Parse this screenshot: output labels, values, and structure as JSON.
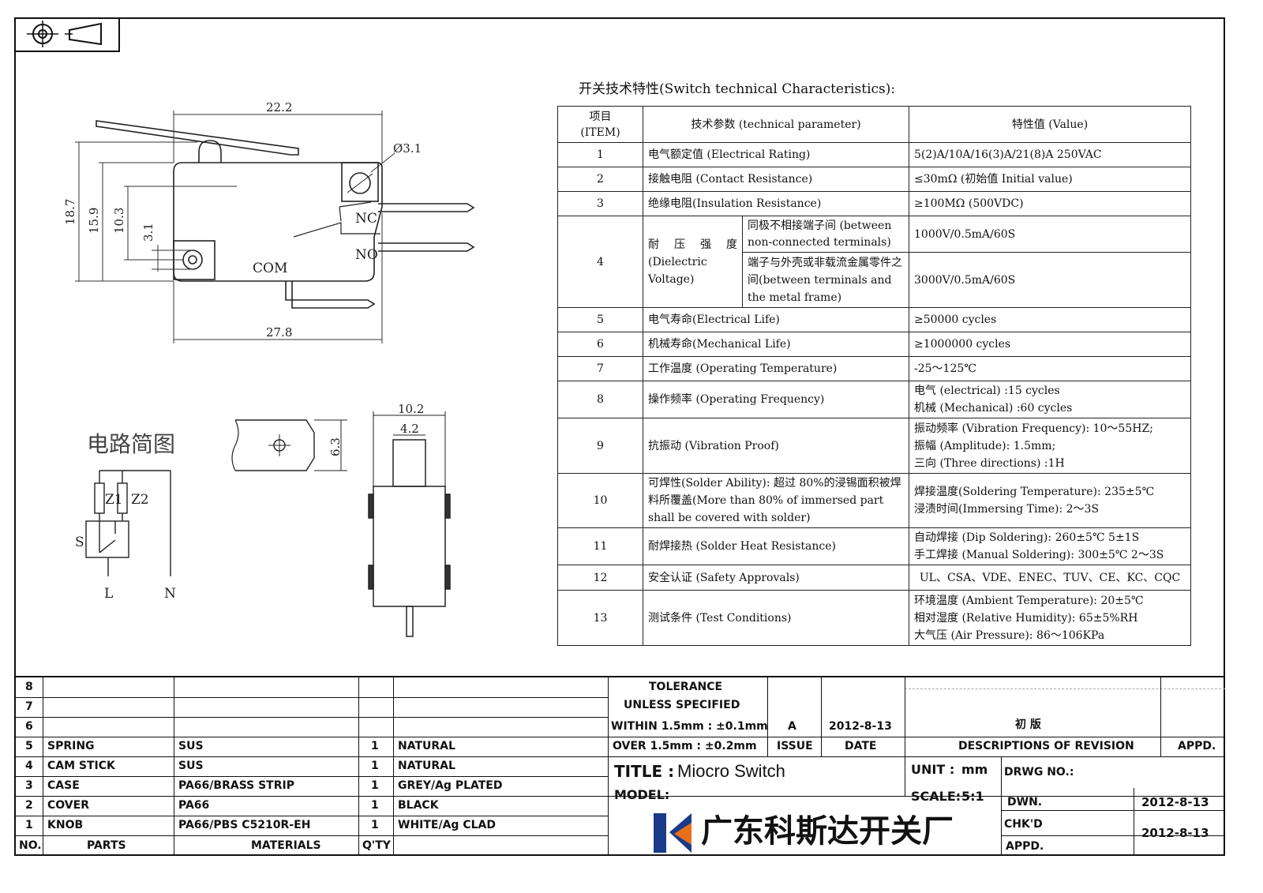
{
  "drawing": {
    "dims": {
      "width_top": "22.2",
      "width_bottom": "27.8",
      "height_total": "18.7",
      "height_2": "15.9",
      "height_3": "10.3",
      "height_4": "3.1",
      "hole_dia": "Ø3.1",
      "side_width": "10.2",
      "side_plunger": "4.2",
      "terminal_width": "6.3"
    },
    "terminals": {
      "nc": "NC",
      "no": "NO",
      "com": "COM"
    },
    "circuit": {
      "title": "电路简图",
      "z1": "Z1",
      "z2": "Z2",
      "s": "S",
      "l": "L",
      "n": "N"
    }
  },
  "spec": {
    "title": "开关技术特性(Switch technical Characteristics):",
    "header": {
      "item": "项目\n(ITEM)",
      "param": "技术参数 (technical parameter)",
      "value": "特性值 (Value)"
    },
    "rows": [
      {
        "no": "1",
        "param": "电气额定值 (Electrical Rating)",
        "value": "5(2)A/10A/16(3)A/21(8)A  250VAC"
      },
      {
        "no": "2",
        "param": "接触电阻 (Contact  Resistance)",
        "value": "≤30mΩ (初始值 Initial value)"
      },
      {
        "no": "3",
        "param": "绝缘电阻(Insulation Resistance)",
        "value": "≥100MΩ (500VDC)"
      },
      {
        "no": "4",
        "param": "耐 压 强 度 (Dielectric Voltage)",
        "sub1": "同极不相接端子间 (between non-connected terminals)",
        "val1": "1000V/0.5mA/60S",
        "sub2": "端子与外壳或非载流金属零件之间(between terminals and the metal frame)",
        "val2": "3000V/0.5mA/60S"
      },
      {
        "no": "5",
        "param": "电气寿命(Electrical Life)",
        "value": "≥50000 cycles"
      },
      {
        "no": "6",
        "param": "机械寿命(Mechanical Life)",
        "value": "≥1000000 cycles"
      },
      {
        "no": "7",
        "param": "工作温度 (Operating Temperature)",
        "value": "-25～125℃"
      },
      {
        "no": "8",
        "param": "操作频率 (Operating Frequency)",
        "value1": "电气 (electrical) :15 cycles",
        "value2": "机械 (Mechanical) :60 cycles"
      },
      {
        "no": "9",
        "param": "抗振动 (Vibration Proof)",
        "value1": " 振动频率 (Vibration Frequency): 10～55HZ;",
        "value2": "振幅 (Amplitude): 1.5mm;",
        "value3": "三向 (Three directions) :1H"
      },
      {
        "no": "10",
        "param": "可焊性(Solder Ability): 超过 80%的浸锡面积被焊料所覆盖(More than 80% of immersed part shall be covered with solder)",
        "value1": "焊接温度(Soldering Temperature): 235±5℃",
        "value2": "浸渍时间(Immersing Time): 2～3S"
      },
      {
        "no": "11",
        "param": "耐焊接热 (Solder Heat Resistance)",
        "value1": "自动焊接 (Dip Soldering): 260±5℃ 5±1S",
        "value2": "手工焊接 (Manual Soldering): 300±5℃ 2～3S"
      },
      {
        "no": "12",
        "param": "安全认证 (Safety Approvals)",
        "value": "UL、CSA、VDE、ENEC、TUV、CE、KC、CQC"
      },
      {
        "no": "13",
        "param": "测试条件 (Test Conditions)",
        "value1": "环境温度 (Ambient Temperature): 20±5℃",
        "value2": "相对湿度 (Relative Humidity): 65±5%RH",
        "value3": "大气压 (Air Pressure): 86～106KPa"
      }
    ]
  },
  "bom": {
    "rows": [
      {
        "no": "8",
        "part": "",
        "material": "",
        "qty": "",
        "finish": ""
      },
      {
        "no": "7",
        "part": "",
        "material": "",
        "qty": "",
        "finish": ""
      },
      {
        "no": "6",
        "part": "",
        "material": "",
        "qty": "",
        "finish": ""
      },
      {
        "no": "5",
        "part": "SPRING",
        "material": "SUS",
        "qty": "1",
        "finish": "NATURAL"
      },
      {
        "no": "4",
        "part": "CAM STICK",
        "material": "SUS",
        "qty": "1",
        "finish": "NATURAL"
      },
      {
        "no": "3",
        "part": "CASE",
        "material": "PA66/BRASS STRIP",
        "qty": "1",
        "finish": "GREY/Ag PLATED"
      },
      {
        "no": "2",
        "part": "COVER",
        "material": "PA66",
        "qty": "1",
        "finish": "BLACK"
      },
      {
        "no": "1",
        "part": "KNOB",
        "material": "PA66/PBS C5210R-EH",
        "qty": "1",
        "finish": "WHITE/Ag CLAD"
      }
    ],
    "header": {
      "no": "NO.",
      "part": "PARTS",
      "material": "MATERIALS",
      "qty": "Q'TY"
    }
  },
  "titleblock": {
    "tolerance": "TOLERANCE",
    "unless": "UNLESS  SPECIFIED",
    "within": "WITHIN 1.5mm : ±0.1mm",
    "over": "OVER 1.5mm : ±0.2mm",
    "issue_val": "A",
    "date_val": "2012-8-13",
    "desc_val": "初 版",
    "issue": "ISSUE",
    "date": "DATE",
    "desc": "DESCRIPTIONS OF REVISION",
    "appd": "APPD.",
    "title_label": "TITLE :",
    "title_value": "Miocro Switch",
    "unit_label": "UNIT :",
    "unit_value": "mm",
    "drwg": "DRWG NO.:",
    "model": "MODEL:",
    "scale_label": "SCALE:",
    "scale_value": "5:1",
    "dwn": "DWN.",
    "dwn_date": "2012-8-13",
    "chkd": "CHK'D",
    "chkd_date": "2012-8-13",
    "appd2": "APPD.",
    "company": "广东科斯达开关厂"
  }
}
